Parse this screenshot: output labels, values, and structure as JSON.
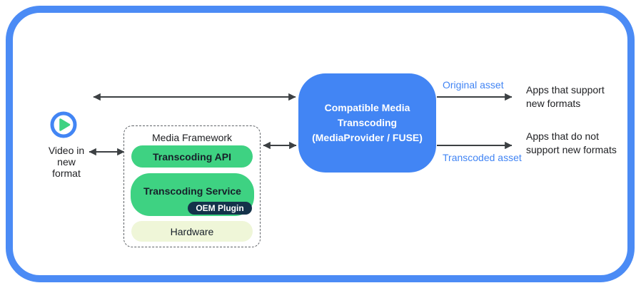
{
  "canvas": {
    "frame_color": "#4b8bf5",
    "background": "#ffffff",
    "arrow_color": "#3c4043"
  },
  "source": {
    "icon": "play-icon",
    "icon_ring_color": "#4285f4",
    "icon_triangle_color": "#3ed282",
    "label": "Video in\nnew\nformat"
  },
  "media_framework": {
    "title": "Media Framework",
    "layers": {
      "api": {
        "label": "Transcoding API",
        "color": "#3ed282"
      },
      "service": {
        "label": "Transcoding Service",
        "color": "#3ed282",
        "plugin": {
          "label": "OEM Plugin",
          "color": "#14324a"
        }
      },
      "hardware": {
        "label": "Hardware",
        "color": "#eff6d8"
      }
    }
  },
  "transcoder": {
    "label": "Compatible Media\nTranscoding\n(MediaProvider / FUSE)",
    "color": "#4285f4"
  },
  "outputs": {
    "original": {
      "arrow_label": "Original asset",
      "label_color": "#4285f4",
      "target": "Apps that support\nnew formats"
    },
    "transcoded": {
      "arrow_label": "Transcoded asset",
      "label_color": "#4285f4",
      "target": "Apps that do not\nsupport new formats"
    }
  }
}
